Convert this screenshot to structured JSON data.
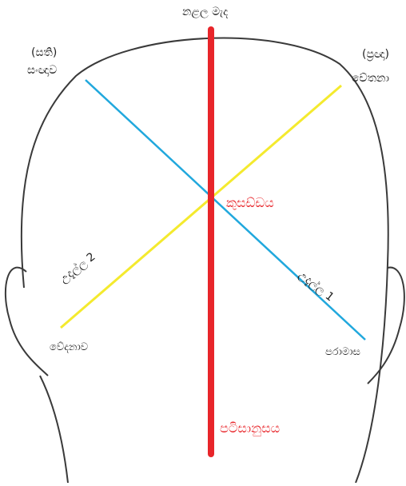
{
  "labels": {
    "top_center": "නළල මැද",
    "top_left_paren": "(සති)",
    "top_left": "සංඥාව",
    "top_right_paren": "(ප්‍රඥා)",
    "top_right": "චේතනා",
    "center": "කුසඩ්ඩය",
    "line2": "උදැල්ල 2",
    "line1": "උදැල්ල 1",
    "bottom_left": "වේදනාව",
    "bottom_right": "පරාමාස",
    "bottom_center": "පටිසානුසය"
  },
  "colors": {
    "vertical_axis": "#e8252a",
    "diagonal_yellow": "#f4ea2e",
    "diagonal_blue": "#21a8dd",
    "outline": "#3a3a3a",
    "label_red": "#e8252a"
  }
}
